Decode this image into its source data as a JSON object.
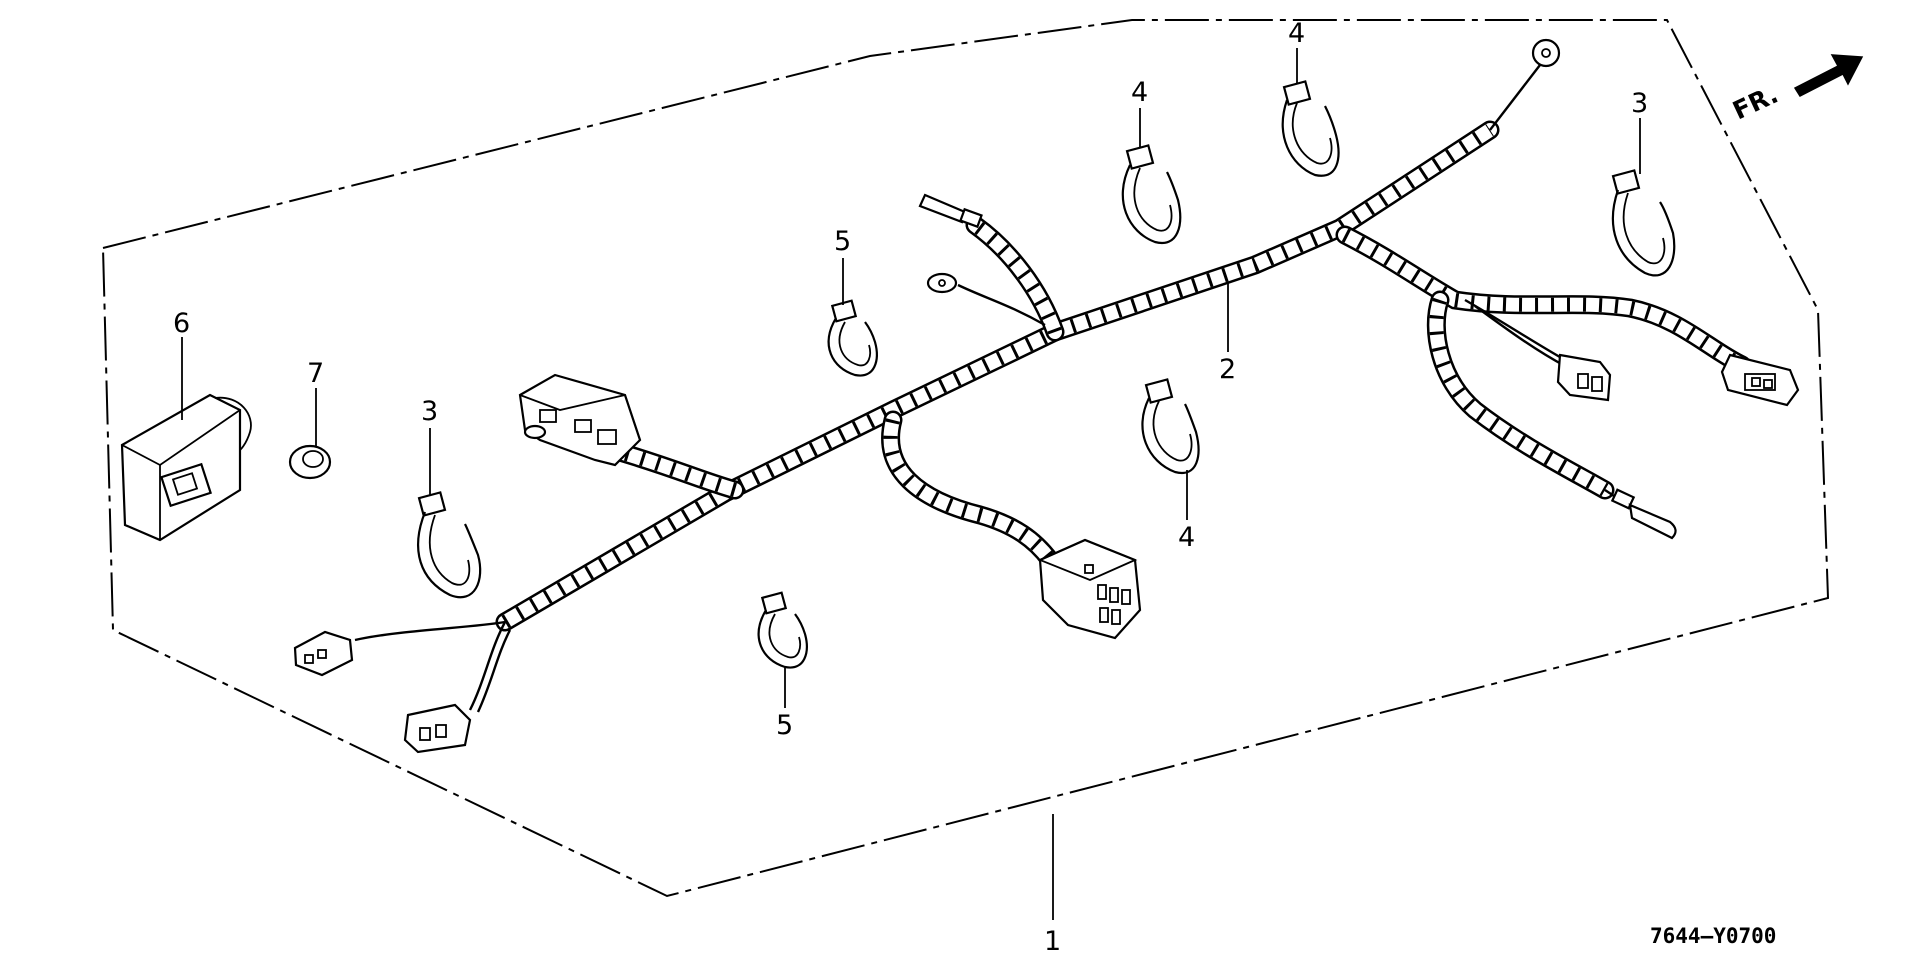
{
  "diagram_code": "7644—Y0700",
  "direction_label": "FR.",
  "callouts": {
    "harness_assembly": "1",
    "main_harness": "2",
    "clip_left": "3",
    "clip_right": "3",
    "clamp_top_left": "4",
    "clamp_top_right": "4",
    "clamp_center": "4",
    "holder_upper": "5",
    "holder_lower": "5",
    "control_unit": "6",
    "nut": "7"
  }
}
